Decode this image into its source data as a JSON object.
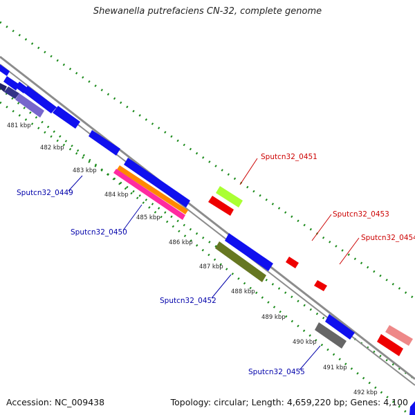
{
  "title": "Shewanella putrefaciens CN-32, complete genome",
  "footer": {
    "accession": "Accession: NC_009438",
    "summary": "Topology: circular; Length: 4,659,220 bp; Genes: 4,100"
  },
  "colors": {
    "backbone": "#888888",
    "gc_ticks": "#1a8a1a",
    "forward_label": "#cc0000",
    "reverse_label": "#0000aa",
    "gene_blue": "#0000ee",
    "gene_red": "#ee0000"
  },
  "kbp_ticks": [
    "481 kbp",
    "482 kbp",
    "483 kbp",
    "484 kbp",
    "485 kbp",
    "486 kbp",
    "487 kbp",
    "488 kbp",
    "489 kbp",
    "490 kbp",
    "491 kbp",
    "492 kbp"
  ],
  "gene_labels": [
    "Sputcn32_0449",
    "Sputcn32_0450",
    "Sputcn32_0451",
    "Sputcn32_0452",
    "Sputcn32_0453",
    "Sputcn32_0454",
    "Sputcn32_0455"
  ]
}
